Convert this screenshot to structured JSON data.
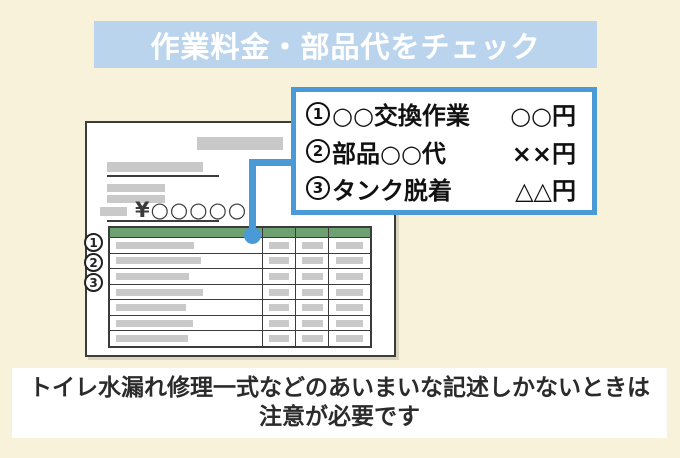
{
  "colors": {
    "background": "#f9f2da",
    "banner_bg": "#b9d4ec",
    "banner_text": "#ffffff",
    "accent_blue": "#4a9ad8",
    "table_header_green": "#6da171",
    "placeholder_gray": "#c9c9c9",
    "ink": "#3c3c3c"
  },
  "banner": {
    "title": "作業料金・部品代をチェック"
  },
  "callout": {
    "items": [
      {
        "number": "1",
        "label": "○○交換作業",
        "amount": "○○円"
      },
      {
        "number": "2",
        "label": "部品○○代",
        "amount": "××円"
      },
      {
        "number": "3",
        "label": "タンク脱着",
        "amount": "△△円"
      }
    ]
  },
  "invoice": {
    "amount_text": "¥○○○○○",
    "markers": [
      "1",
      "2",
      "3"
    ],
    "table": {
      "row_desc_bar_widths": [
        78,
        85,
        73,
        87,
        70,
        77,
        72
      ],
      "small_bar_widths": [
        20,
        21,
        27
      ]
    }
  },
  "footer": {
    "line1": "トイレ水漏れ修理一式などのあいまいな記述しかないときは",
    "line2": "注意が必要です"
  }
}
